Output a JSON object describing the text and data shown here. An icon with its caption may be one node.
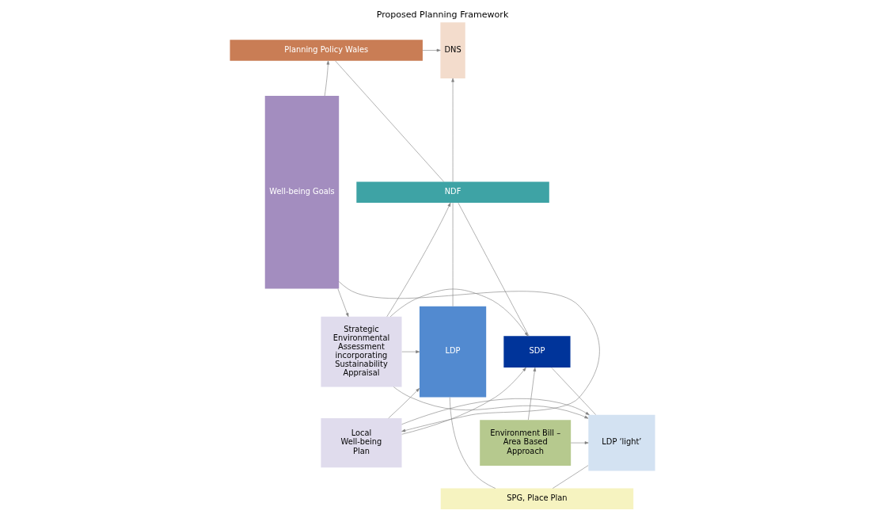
{
  "diagram": {
    "title": "Proposed Planning Framework",
    "nodes": [
      {
        "text": [
          "Planning Policy Wales"
        ]
      },
      {
        "text": [
          "DNS"
        ]
      },
      {
        "text": [
          "NDF"
        ]
      },
      {
        "text": [
          "SDP"
        ]
      },
      {
        "text": [
          "LDP ‘light’"
        ]
      },
      {
        "text": [
          "LDP"
        ]
      },
      {
        "text": [
          "SPG, Place Plan"
        ]
      },
      {
        "text": [
          "Environment Bill – Area Based Approach"
        ]
      },
      {
        "text": [
          "Strategic Environmental Assessment incorporating Sustainability Appraisal"
        ]
      },
      {
        "text": [
          "Local Well-being Plan"
        ]
      },
      {
        "text": [
          "Well-being Goals"
        ]
      }
    ],
    "edges": [
      {
        "from": 0,
        "to": 1,
        "arrow": "to"
      },
      {
        "from": 2,
        "to": 1,
        "arrow": "to"
      },
      {
        "from": 0,
        "to": 2,
        "arrow": "none"
      },
      {
        "from": 2,
        "to": 3,
        "arrow": "none"
      },
      {
        "from": 2,
        "to": 5,
        "arrow": "none"
      },
      {
        "from": 3,
        "to": 4,
        "arrow": "none"
      },
      {
        "from": 4,
        "to": 6,
        "arrow": "none"
      },
      {
        "from": 5,
        "to": 6,
        "arrow": "none"
      },
      {
        "from": 7,
        "to": 3,
        "arrow": "to"
      },
      {
        "from": 7,
        "to": 4,
        "arrow": "to"
      },
      {
        "from": 10,
        "to": 0,
        "arrow": "to"
      },
      {
        "from": 10,
        "to": 8,
        "arrow": "to"
      },
      {
        "from": 10,
        "to": 9,
        "arrow": "to"
      },
      {
        "from": 8,
        "to": 2,
        "arrow": "to"
      },
      {
        "from": 8,
        "to": 3,
        "arrow": "to"
      },
      {
        "from": 8,
        "to": 4,
        "arrow": "to"
      },
      {
        "from": 8,
        "to": 5,
        "arrow": "to"
      },
      {
        "from": 9,
        "to": 5,
        "arrow": "to"
      },
      {
        "from": 9,
        "to": 3,
        "arrow": "to"
      },
      {
        "from": 9,
        "to": 4,
        "arrow": "to"
      }
    ]
  }
}
